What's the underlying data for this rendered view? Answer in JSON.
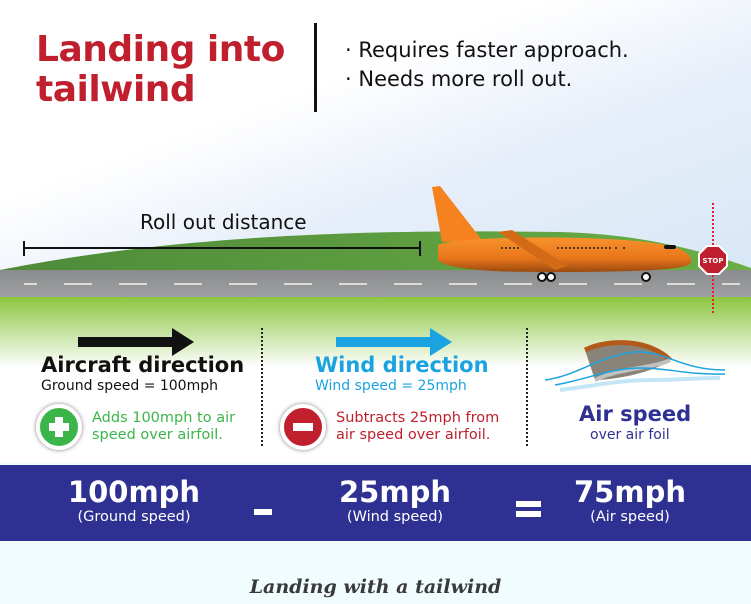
{
  "header": {
    "title_line1": "Landing into",
    "title_line2": "tailwind",
    "bullets": [
      "Requires faster approach.",
      "Needs more roll out."
    ]
  },
  "scene": {
    "rollout_label": "Roll out distance",
    "stop_sign": "STOP"
  },
  "columns": [
    {
      "title": "Aircraft direction",
      "subtitle": "Ground speed = 100mph",
      "effect_icon": "plus-icon",
      "note_line1": "Adds 100mph to air",
      "note_line2": "speed over airfoil.",
      "color": "#3bb54a"
    },
    {
      "title": "Wind direction",
      "subtitle": "Wind speed = 25mph",
      "effect_icon": "minus-icon",
      "note_line1": "Subtracts 25mph from",
      "note_line2": "air speed over airfoil.",
      "color": "#c0202e"
    },
    {
      "title": "Air speed",
      "subtitle": "over air foil",
      "icon": "airfoil-icon",
      "color": "#2e3192"
    }
  ],
  "summary": {
    "items": [
      {
        "value": "100mph",
        "label": "(Ground speed)"
      },
      {
        "value": "25mph",
        "label": "(Wind speed)"
      },
      {
        "value": "75mph",
        "label": "(Air speed)"
      }
    ],
    "operators": [
      "-",
      "="
    ]
  },
  "caption": "Landing with a tailwind",
  "colors": {
    "title_red": "#c0202e",
    "wind_blue": "#1aa3e0",
    "green": "#3bb54a",
    "navy": "#2e3192",
    "plane_orange": "#f58220"
  }
}
